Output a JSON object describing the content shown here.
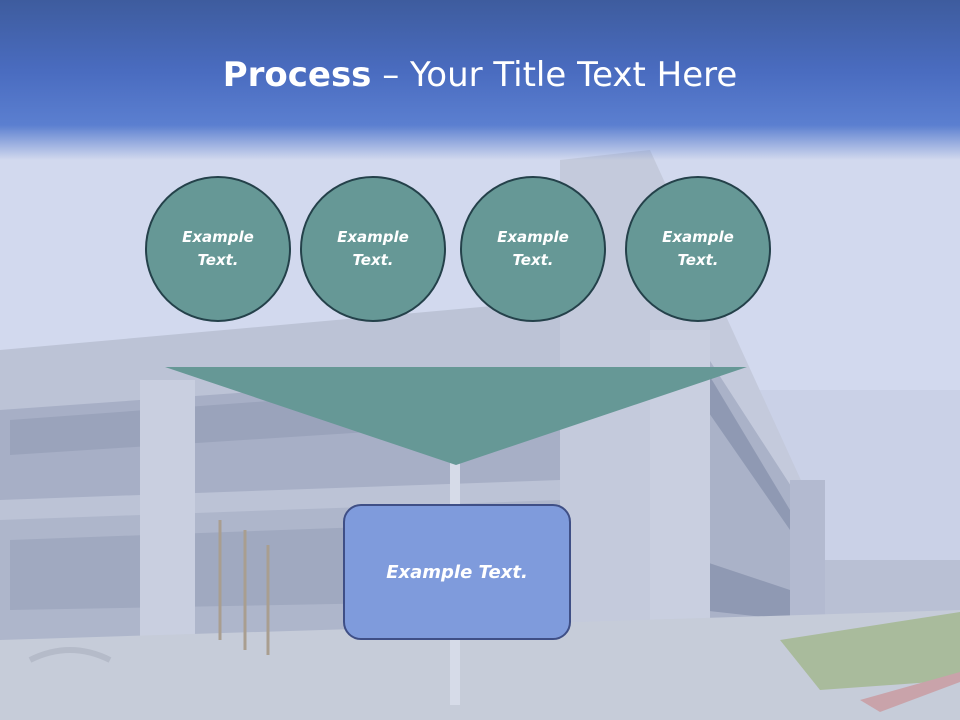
{
  "title": {
    "bold": "Process",
    "rest": " – Your Title Text Here"
  },
  "circles": [
    {
      "text": "Example Text."
    },
    {
      "text": "Example Text."
    },
    {
      "text": "Example Text."
    },
    {
      "text": "Example Text."
    }
  ],
  "result_box": {
    "text": "Example Text."
  },
  "colors": {
    "title_band": "#4a6cc0",
    "circle_fill": "#669896",
    "circle_border": "#24414a",
    "funnel_fill": "#669896",
    "box_fill": "#7f9bdc",
    "box_border": "#3f4f86"
  }
}
